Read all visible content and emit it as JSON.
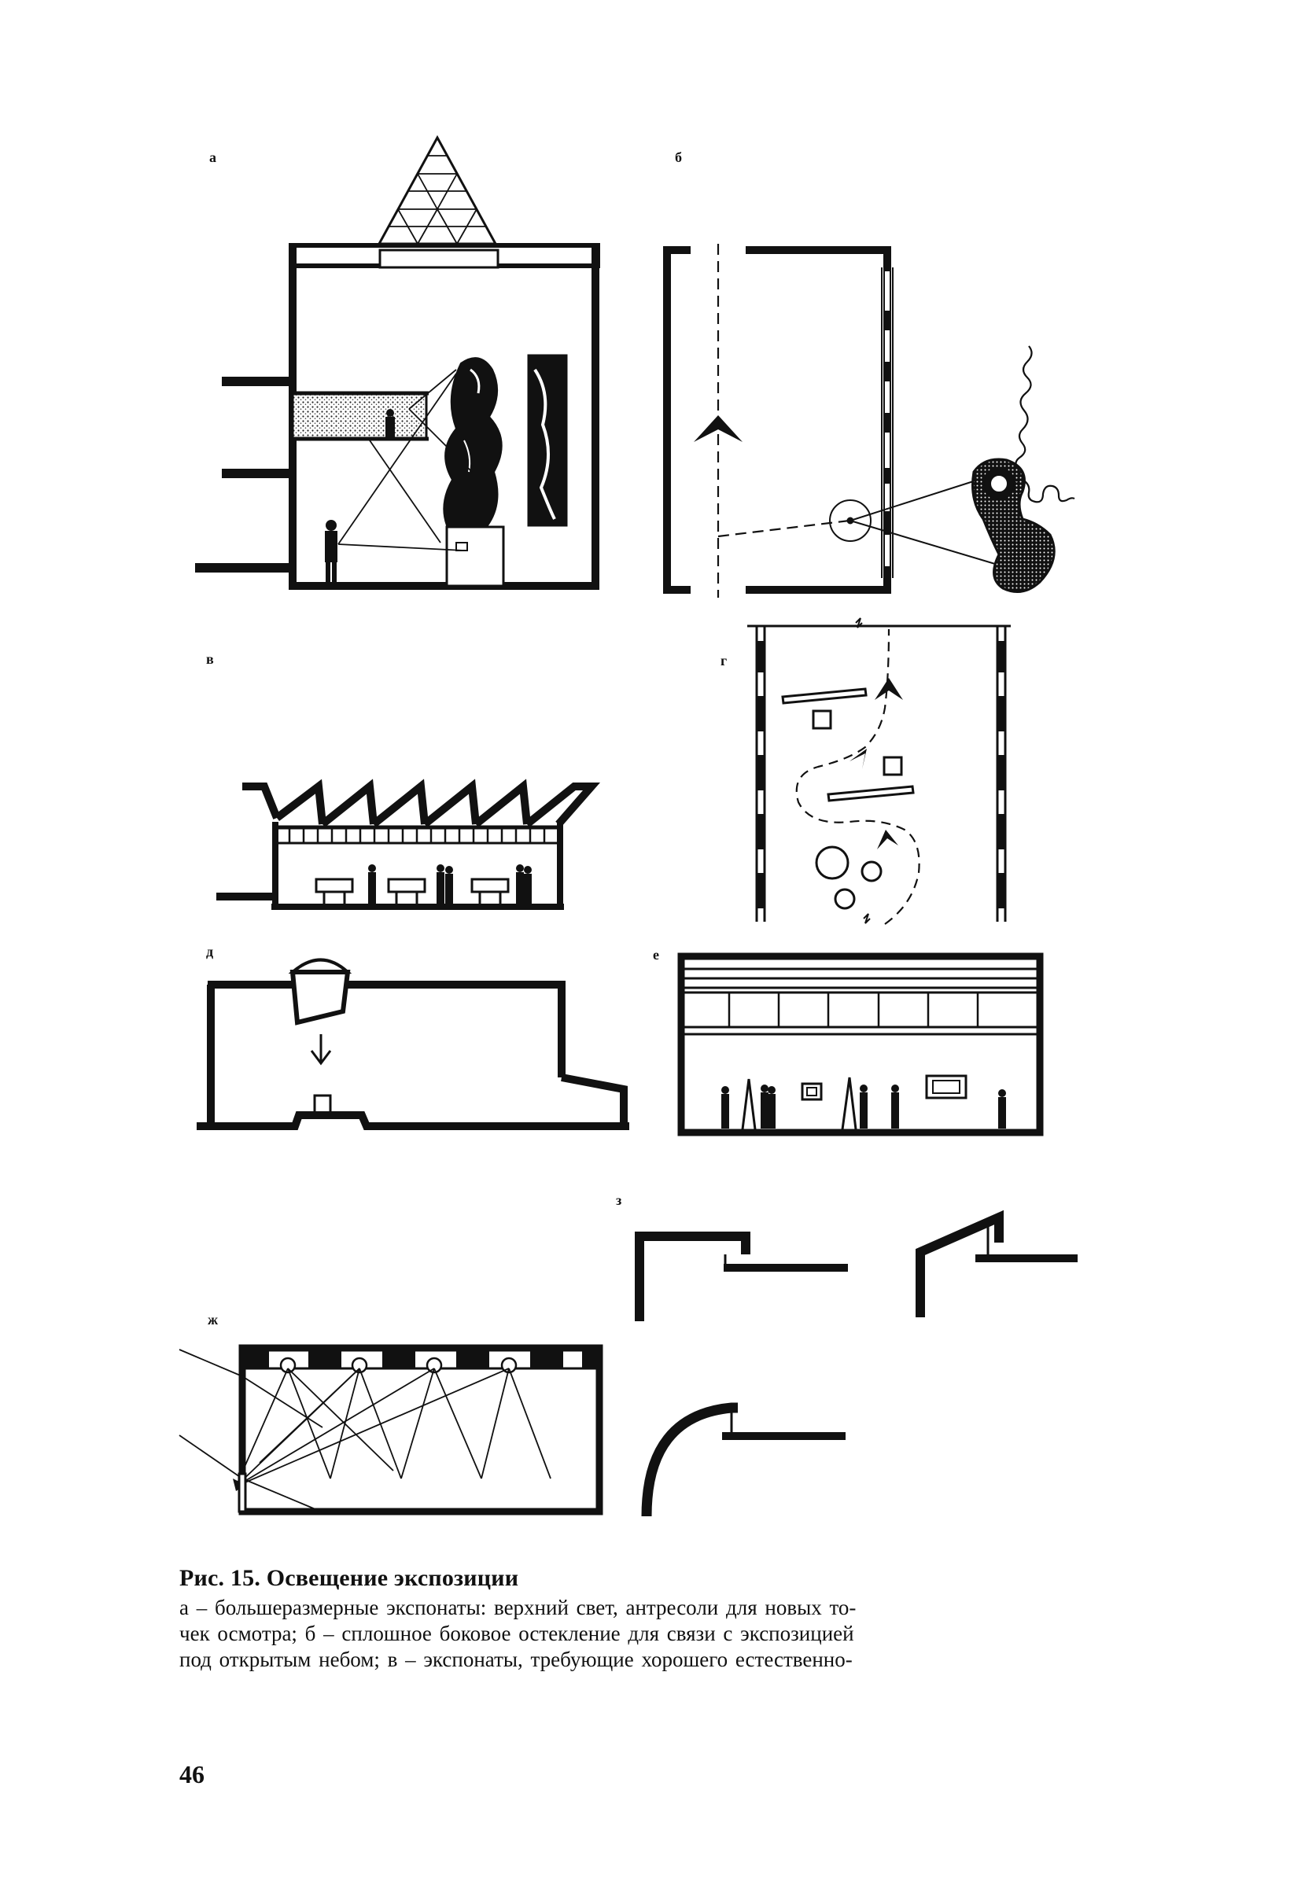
{
  "figure": {
    "panel_labels": [
      "а",
      "б",
      "в",
      "г",
      "д",
      "е",
      "ж",
      "з"
    ]
  },
  "caption": {
    "title": "Рис. 15. Освещение экспозиции",
    "line1": "а – большеразмерные экспонаты: верхний свет, антресоли для новых то-",
    "line2": "чек осмотра; б – сплошное боковое остекление для связи с экспозицией",
    "line3": "под открытым небом; в – экспонаты, требующие хорошего естественно-"
  },
  "page_number": "46",
  "colors": {
    "ink": "#111111",
    "paper": "#ffffff"
  }
}
